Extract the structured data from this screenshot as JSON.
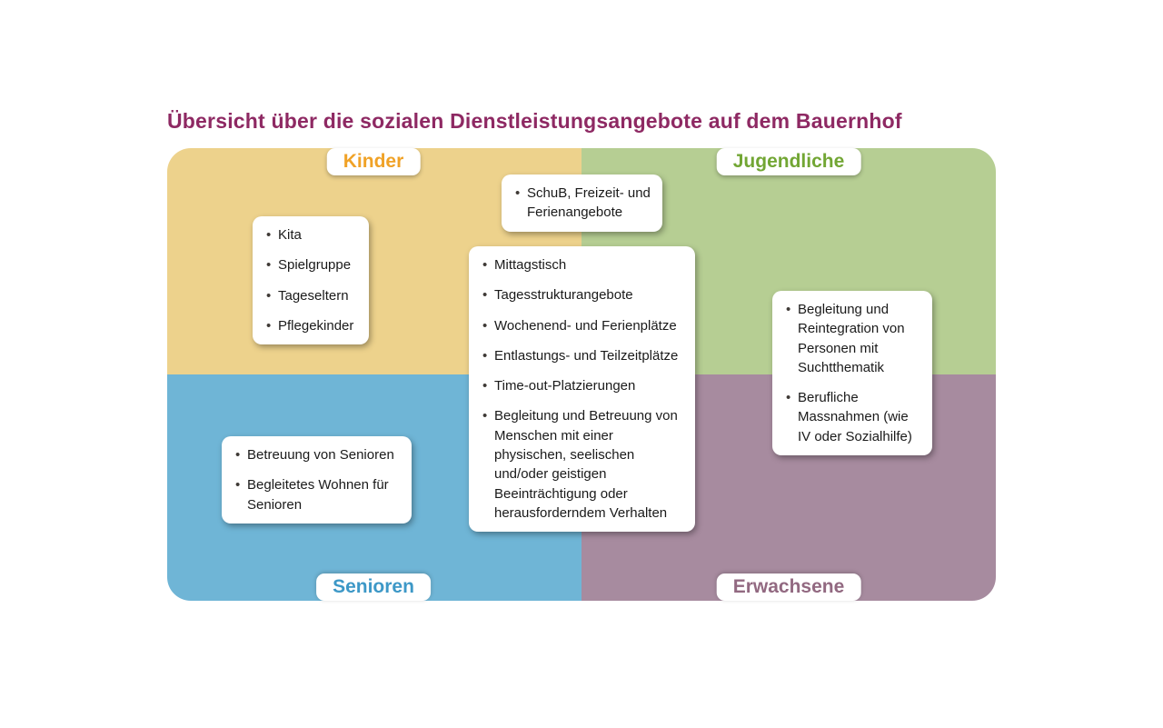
{
  "title": "Übersicht über die sozialen Dienstleistungsangebote auf dem Bauernhof",
  "title_color": "#8e2963",
  "quadrants": {
    "kinder": {
      "label": "Kinder",
      "fill_color": "#edd28c",
      "label_color": "#f0a227"
    },
    "jugendliche": {
      "label": "Jugendliche",
      "fill_color": "#b6ce93",
      "label_color": "#72a634"
    },
    "senioren": {
      "label": "Senioren",
      "fill_color": "#6fb5d6",
      "label_color": "#3d98c7"
    },
    "erwachsene": {
      "label": "Erwachsene",
      "fill_color": "#a78b9f",
      "label_color": "#926981"
    }
  },
  "cards": {
    "kinder": {
      "items": [
        "Kita",
        "Spielgruppe",
        "Tageseltern",
        "Pflegekinder"
      ]
    },
    "schub": {
      "items": [
        "SchuB, Freizeit- und Ferienangebote"
      ]
    },
    "center": {
      "items": [
        "Mittagstisch",
        "Tagesstrukturangebote",
        "Wochenend- und Ferienplätze",
        "Entlastungs- und Teilzeitplätze",
        "Time-out-Platzierungen",
        "Begleitung und Betreuung von Menschen mit einer physischen, seelischen und/oder geistigen Beeinträchtigung oder herausforderndem Verhalten"
      ]
    },
    "sucht": {
      "items": [
        "Begleitung und Reintegration von Personen mit Suchtthematik",
        "Berufliche Massnahmen (wie IV oder Sozialhilfe)"
      ]
    },
    "senioren": {
      "items": [
        "Betreuung von Senioren",
        "Begleitetes Wohnen für Senioren"
      ]
    }
  }
}
